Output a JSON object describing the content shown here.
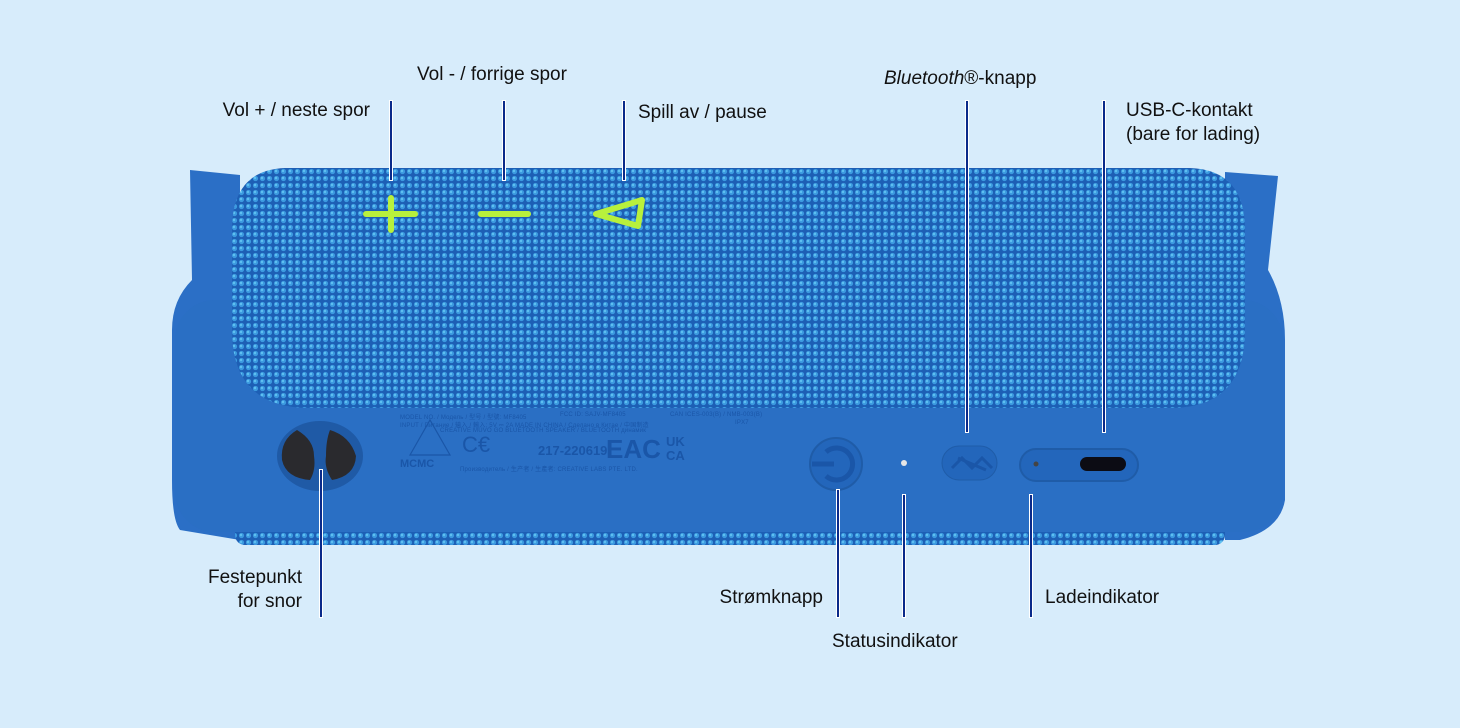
{
  "labels": {
    "vol_up": "Vol + / neste spor",
    "vol_down": "Vol - / forrige spor",
    "play_pause": "Spill av / pause",
    "bluetooth_italic": "Bluetooth",
    "bluetooth_rest": "®-knapp",
    "usbc_line1": "USB-C-kontakt",
    "usbc_line2": "(bare for lading)",
    "lanyard_line1": "Festepunkt",
    "lanyard_line2": "for snor",
    "power": "Strømknapp",
    "status": "Statusindikator",
    "charge": "Ladeindikator"
  },
  "product_print": {
    "model": "MODEL NO. / Модель / 型号 / 型號: MF8405",
    "fcc": "FCC ID: SAJV-MF8405",
    "can": "CAN ICES-003(B) / NMB-003(B)",
    "input": "INPUT / Питание / 输入 / 輸入: 5V ⎓ 2A  MADE IN CHINA / Сделано в Китае / 中国制造",
    "ipx": "IPX7",
    "name": "CREATIVE MUVO GO  BLUETOOTH SPEAKER / BLUETOOTH динамик",
    "cert": "217-220619",
    "mcmc": "MCMC",
    "maker": "Производитель / 生产者 / 生產者: CREATIVE LABS PTE. LTD."
  },
  "colors": {
    "background": "#d7ecfb",
    "body": "#2a6fc4",
    "accent": "#b8f03c",
    "leader": "#0a2a8a"
  }
}
